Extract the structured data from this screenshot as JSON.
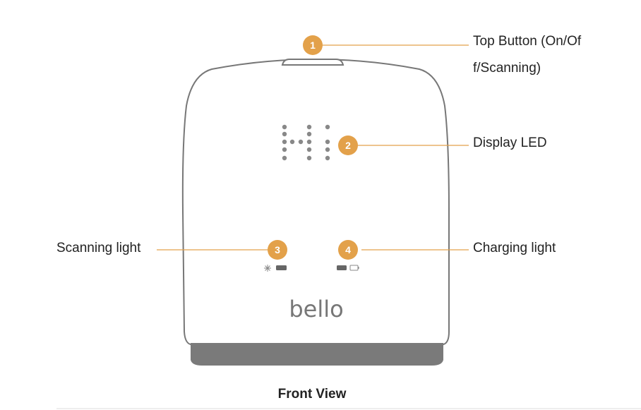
{
  "brand": "bello",
  "caption": "Front View",
  "callouts": [
    {
      "number": "1",
      "label_line1": "Top Button  (On/Of",
      "label_line2": "f/Scanning)"
    },
    {
      "number": "2",
      "label_line1": "Display LED"
    },
    {
      "number": "3",
      "label_line1": "Scanning light"
    },
    {
      "number": "4",
      "label_line1": "Charging light"
    }
  ],
  "colors": {
    "accent": "#E3A14A",
    "device_outline": "#777777",
    "base": "#7a7a7a"
  }
}
